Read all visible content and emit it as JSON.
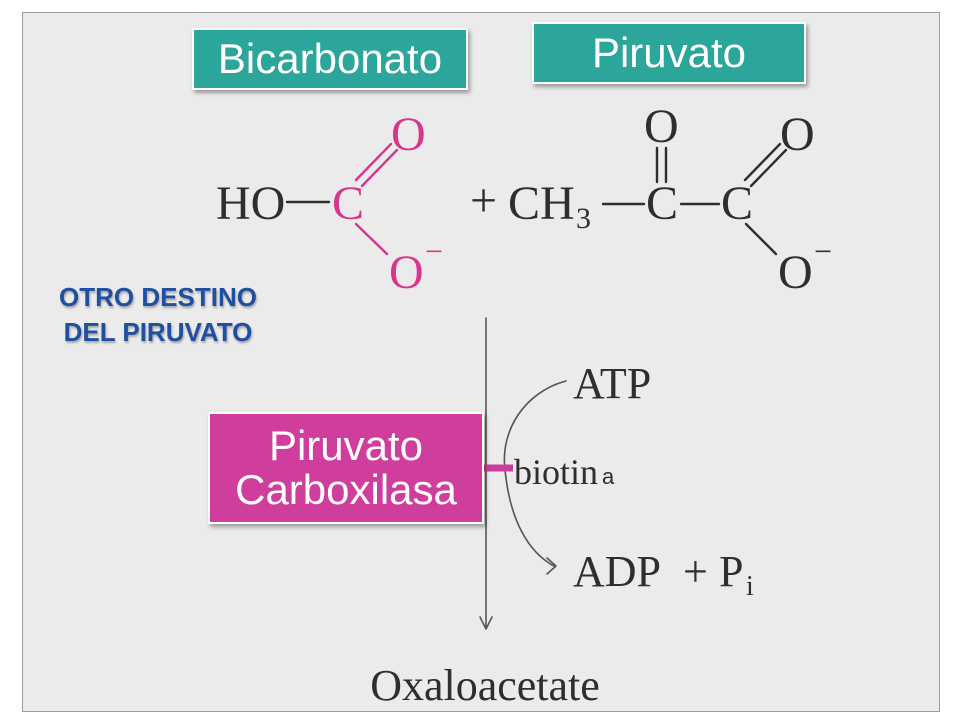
{
  "labels": {
    "bicarbonate": "Bicarbonato",
    "pyruvate": "Piruvato",
    "enzyme": {
      "line1": "Piruvato",
      "line2": "Carboxilasa"
    }
  },
  "heading": {
    "line1": "OTRO DESTINO",
    "line2": "DEL PIRUVATO"
  },
  "bicarbonate_structure": {
    "hydroxyl": "HO",
    "carbon": "C",
    "oxygen_double": "O",
    "oxygen_anion": "O",
    "charge": "−"
  },
  "pyruvate_structure": {
    "plus": "+",
    "methyl": "CH",
    "methyl_subscript": "3",
    "carbon_keto": "C",
    "oxygen_keto": "O",
    "carbon_carboxyl": "C",
    "oxygen_double": "O",
    "oxygen_anion": "O",
    "charge": "−"
  },
  "cofactors": {
    "input": "ATP",
    "biotin": "biotin",
    "biotin_suffix": "a",
    "output_adp": "ADP",
    "plus": "+",
    "phosphate": "P",
    "phosphate_subscript": "i"
  },
  "product": "Oxaloacetate",
  "colors": {
    "label_teal": "#2ca59a",
    "enzyme_magenta": "#cf3d9d",
    "chem_magenta": "#d8358c",
    "heading_blue": "#1f4fa0",
    "connector_magenta": "#c8409a"
  }
}
